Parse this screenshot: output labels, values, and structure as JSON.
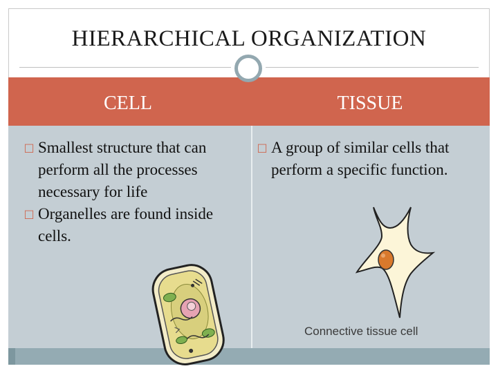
{
  "slide": {
    "title": "HIERARCHICAL ORGANIZATION",
    "columns": [
      {
        "heading": "CELL",
        "bullets": [
          {
            "marker": "□",
            "text": "Smallest structure that can perform all the processes necessary for life"
          },
          {
            "marker": "□",
            "text": "Organelles are found inside cells."
          }
        ],
        "image": "plant-cell-illustration"
      },
      {
        "heading": "TISSUE",
        "bullets": [
          {
            "marker": "□",
            "text": "A group of similar cells that perform a specific function."
          }
        ],
        "image": "connective-tissue-cell-illustration",
        "image_caption": "Connective tissue cell"
      }
    ]
  },
  "colors": {
    "banner": "#d0654e",
    "body_panel": "#c4ced4",
    "footer_bar": "#94abb3",
    "ring": "#93a8b0"
  }
}
